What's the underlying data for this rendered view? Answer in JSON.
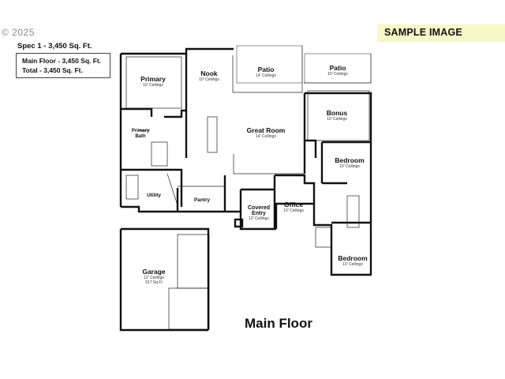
{
  "header": {
    "copyright": "© 2025",
    "spec": "Spec 1 - 3,450 Sq. Ft.",
    "main_floor_area": "Main Floor - 3,450 Sq. Ft.",
    "total_area": "Total - 3,450 Sq. Ft.",
    "watermark": "SAMPLE IMAGE"
  },
  "footer": {
    "title": "Main Floor"
  },
  "rooms": {
    "primary": {
      "name": "Primary",
      "sub": "10' Ceilings"
    },
    "nook": {
      "name": "Nook",
      "sub": "10' Ceilings"
    },
    "patio1": {
      "name": "Patio",
      "sub": "14' Ceilings"
    },
    "patio2": {
      "name": "Patio",
      "sub": "10' Ceilings"
    },
    "bonus": {
      "name": "Bonus",
      "sub": "10' Ceilings"
    },
    "great_room": {
      "name": "Great Room",
      "sub": "14' Ceilings"
    },
    "primary_bath": {
      "name": "Primary",
      "name2": "Bath"
    },
    "bedroom1": {
      "name": "Bedroom",
      "sub": "10' Ceilings"
    },
    "utility": {
      "name": "Utility"
    },
    "pantry": {
      "name": "Pantry"
    },
    "covered_entry": {
      "name": "Covered",
      "name2": "Entry",
      "sub": "12' Ceilings"
    },
    "office": {
      "name": "Office",
      "sub": "10' Ceilings"
    },
    "garage": {
      "name": "Garage",
      "sub": "12' Ceilings",
      "sub2": "917 Sq Ft"
    },
    "bedroom2": {
      "name": "Bedroom",
      "sub": "10' Ceilings"
    }
  }
}
